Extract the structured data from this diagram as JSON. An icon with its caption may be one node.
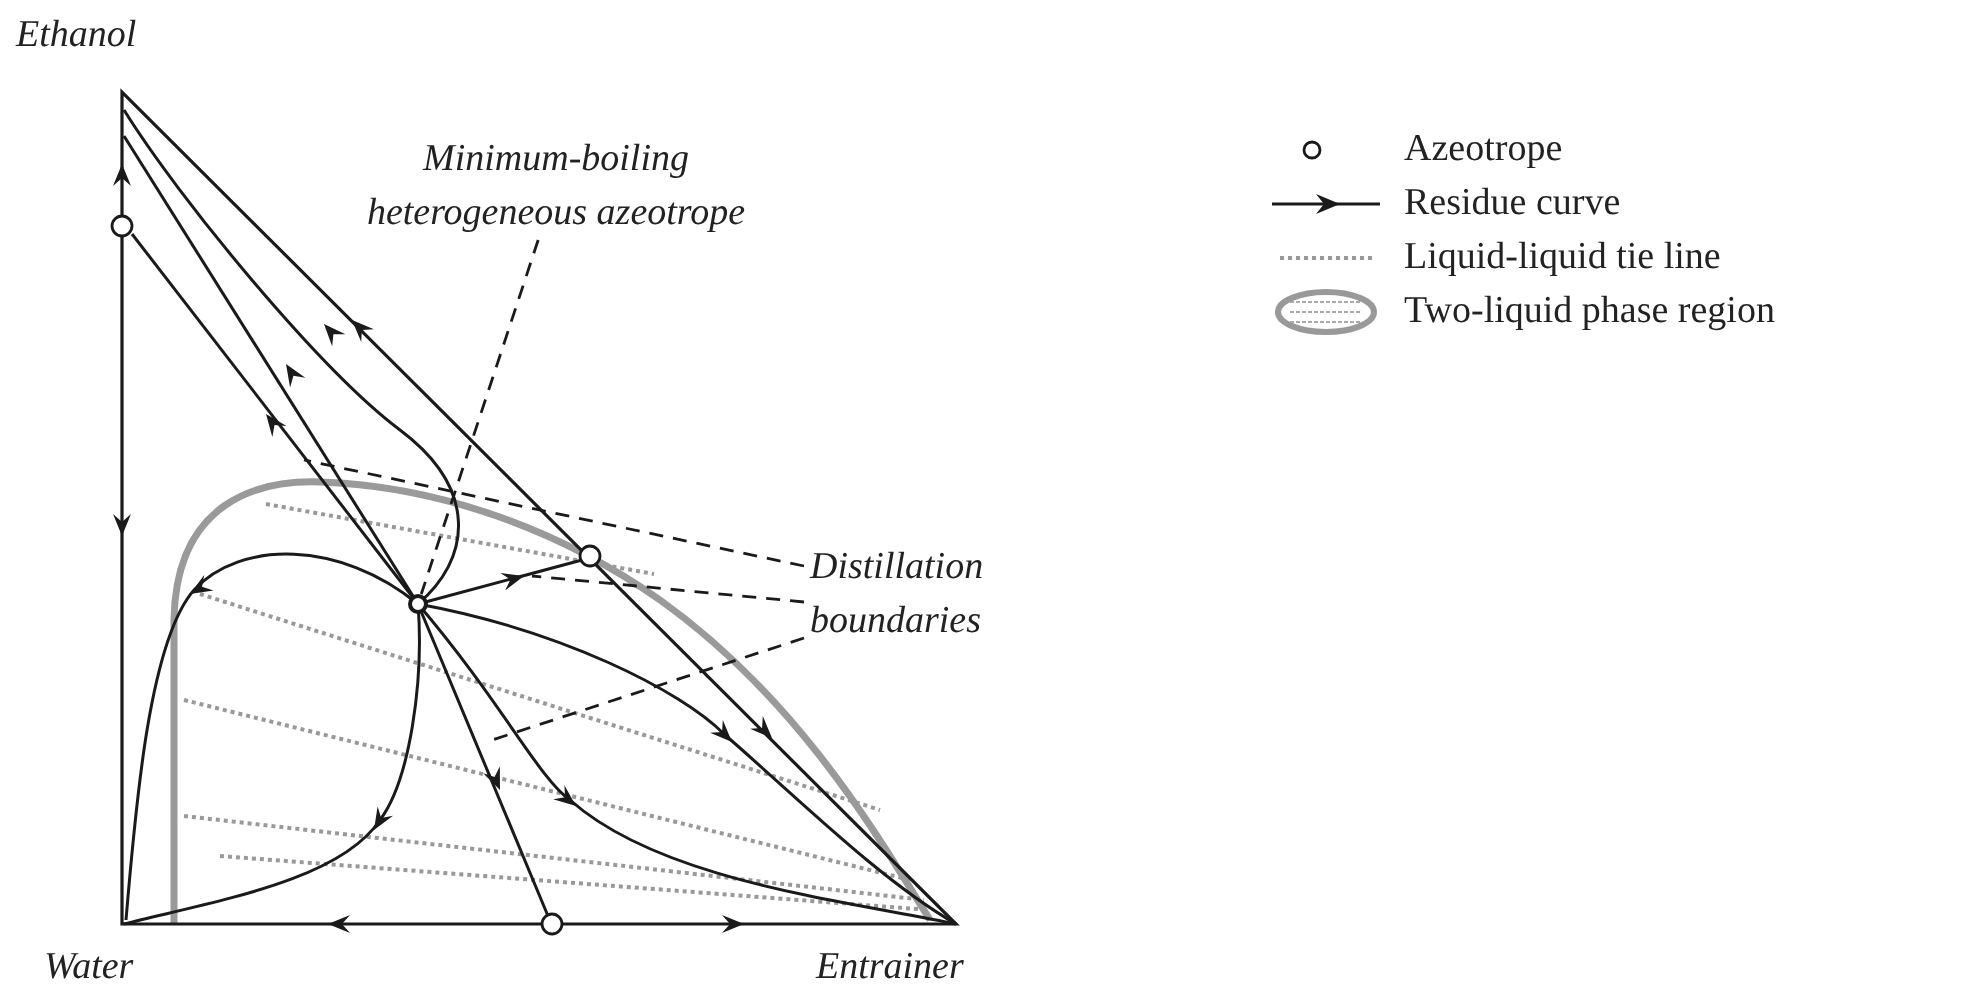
{
  "diagram": {
    "nodes": [
      {
        "text": [
          "Minimum-boiling heterogeneous azeotrope"
        ]
      },
      {
        "text": [
          "Distillation boundaries"
        ]
      },
      {
        "text": [],
        "shape": "circle"
      }
    ],
    "edges": [
      {
        "from": 0,
        "to": 2,
        "arrow": "none",
        "style": "dashed"
      },
      {
        "from": 1,
        "to": null,
        "arrow": "none",
        "style": "dashed"
      },
      {
        "from": 1,
        "to": null,
        "arrow": "none",
        "style": "dashed"
      },
      {
        "from": 1,
        "to": null,
        "arrow": "none",
        "style": "dashed"
      }
    ],
    "labels": [
      "Ethanol",
      "Water",
      "Entrainer"
    ],
    "legend": [
      {
        "text": "Azeotrope"
      },
      {
        "text": "Residue curve"
      },
      {
        "text": "Liquid-liquid tie line"
      },
      {
        "text": "Two-liquid phase region"
      }
    ]
  }
}
